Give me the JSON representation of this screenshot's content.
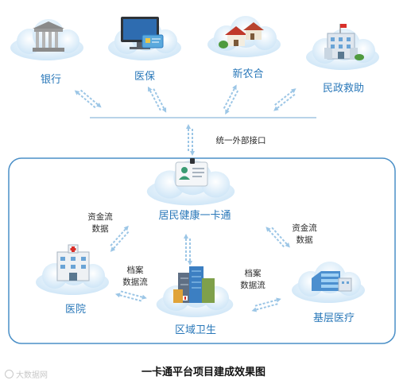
{
  "top_nodes": [
    {
      "label": "银行",
      "icon": "bank-icon"
    },
    {
      "label": "医保",
      "icon": "computer-card-icon"
    },
    {
      "label": "新农合",
      "icon": "houses-icon"
    },
    {
      "label": "民政救助",
      "icon": "government-building-icon"
    }
  ],
  "interface_label": "统一外部接口",
  "center": {
    "label": "居民健康一卡通",
    "icon": "health-card-icon"
  },
  "inner_nodes": [
    {
      "label": "医院",
      "icon": "hospital-icon"
    },
    {
      "label": "区域卫生",
      "icon": "city-buildings-icon"
    },
    {
      "label": "基层医疗",
      "icon": "clinic-buildings-icon"
    }
  ],
  "flows": {
    "left_fund": [
      "资金流",
      "数据"
    ],
    "right_fund": [
      "资金流",
      "数据"
    ],
    "left_archive": [
      "档案",
      "数据流"
    ],
    "right_archive": [
      "档案",
      "数据流"
    ]
  },
  "caption": "一卡通平台项目建成效果图",
  "watermark": "大数据网",
  "colors": {
    "accent": "#2a78b9",
    "frame": "#4a8fc7",
    "cloud": "#e3f1fb",
    "arrow": "#9cc6e6"
  }
}
